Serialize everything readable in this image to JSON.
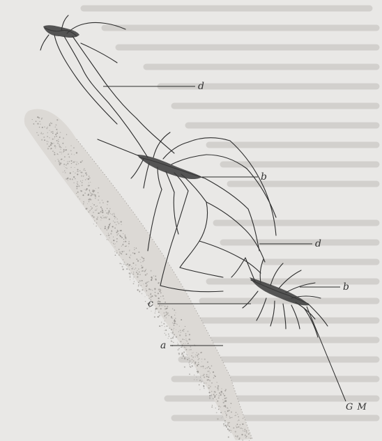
{
  "figure": {
    "labels": {
      "d_upper": "d",
      "b_upper": "b",
      "d_lower": "d",
      "b_lower": "b",
      "c": "c",
      "a": "a",
      "signature": "G M"
    }
  },
  "colors": {
    "paper": "#e9e8e6",
    "ink": "#2b2b2b",
    "bleed_text": "#cfcdca",
    "stipple": "#8e8b87"
  }
}
